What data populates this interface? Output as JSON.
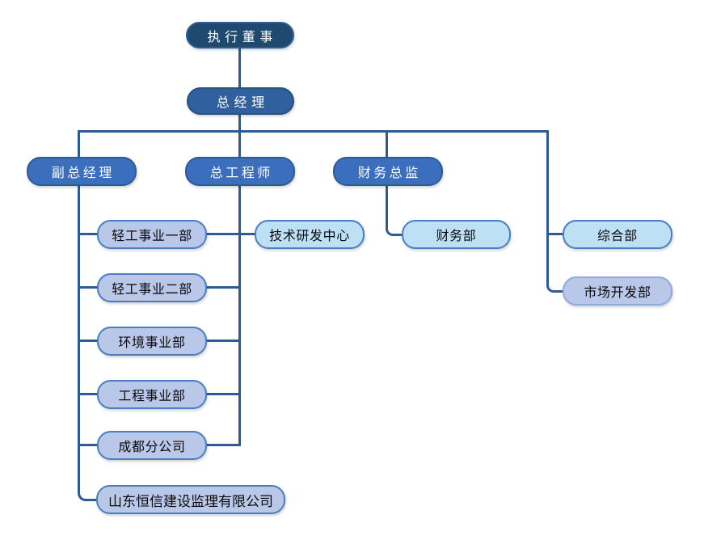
{
  "diagram": {
    "type": "org-chart",
    "colors": {
      "level1_fill": "#1F4A70",
      "level2_fill": "#30619E",
      "level3_fill": "#3B6FBE",
      "lavender_fill": "#B9C7E9",
      "sky_fill": "#BDE0F5",
      "node_border_blue": "#4A7EC2",
      "node_border_light": "#8FAADC",
      "connector_line": "#2E5B97",
      "text_on_dark": "#FFFFFF",
      "text_on_light": "#0A0A0A"
    },
    "nodes": [
      {
        "label": "执行董事",
        "parent": null
      },
      {
        "label": "总经理",
        "parent": "执行董事"
      },
      {
        "label": "副总经理",
        "parent": "总经理"
      },
      {
        "label": "总工程师",
        "parent": "总经理"
      },
      {
        "label": "财务总监",
        "parent": "总经理"
      },
      {
        "label": "轻工事业一部",
        "parent": "副总经理"
      },
      {
        "label": "轻工事业二部",
        "parent": "副总经理"
      },
      {
        "label": "环境事业部",
        "parent": "副总经理"
      },
      {
        "label": "工程事业部",
        "parent": "副总经理"
      },
      {
        "label": "成都分公司",
        "parent": "副总经理"
      },
      {
        "label": "山东恒信建设监理有限公司",
        "parent": "副总经理"
      },
      {
        "label": "技术研发中心",
        "parent": "总工程师"
      },
      {
        "label": "财务部",
        "parent": "财务总监"
      },
      {
        "label": "综合部",
        "parent": "总经理"
      },
      {
        "label": "市场开发部",
        "parent": "总经理"
      }
    ]
  }
}
